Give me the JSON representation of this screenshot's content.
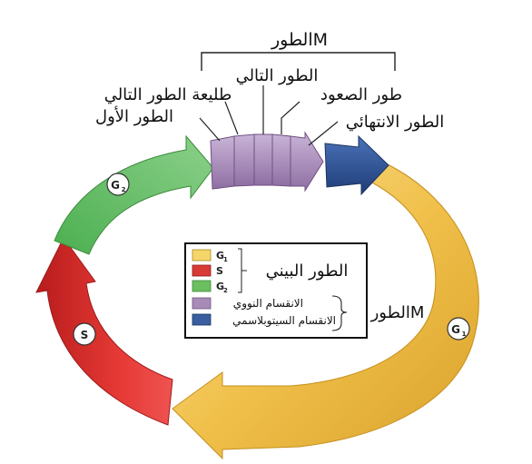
{
  "labels": {
    "m_phase_top": "الطورM",
    "telophase": "الطور الانتهائي",
    "anaphase": "طور الصعود",
    "metaphase": "الطور التالي",
    "prometaphase": "طليعة الطور التالي",
    "prophase": "الطور الأول"
  },
  "circle_labels": {
    "g1_main": "G",
    "g1_sub": "1",
    "g2_main": "G",
    "g2_sub": "2",
    "s": "S"
  },
  "legend": {
    "items": [
      {
        "main": "G",
        "sub": "1",
        "color": "#f5d66a"
      },
      {
        "main": "S",
        "sub": "",
        "color": "#d93a36"
      },
      {
        "main": "G",
        "sub": "2",
        "color": "#6cbf5e"
      },
      {
        "main": "",
        "sub": "",
        "color": "#a88bb8"
      },
      {
        "main": "",
        "sub": "",
        "color": "#3a5fa0"
      }
    ],
    "interphase": "الطور البيني",
    "mitosis": "الانقسام النووي",
    "cytokinesis": "الانقسام السيتوبلاسمي",
    "m_phase": "الطورM"
  },
  "colors": {
    "g1": "#f2c94c",
    "s": "#d32f2f",
    "g2": "#66bb6a",
    "mitosis": "#a88bb8",
    "cytokinesis": "#2e4f8f"
  }
}
